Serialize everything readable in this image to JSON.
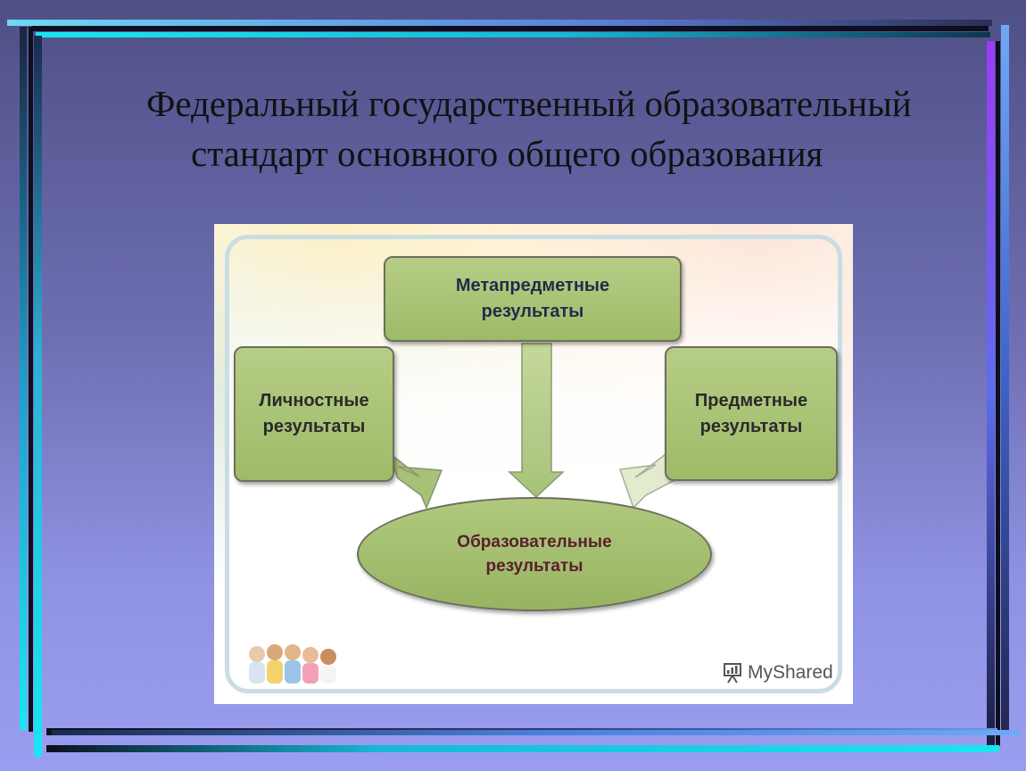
{
  "slide": {
    "title_line1": "Федеральный государственный образовательный",
    "title_line2": "стандарт основного общего образования"
  },
  "diagram": {
    "meta_line1": "Метапредметные",
    "meta_line2": "результаты",
    "personal_line1": "Личностные",
    "personal_line2": "результаты",
    "subject_line1": "Предметные",
    "subject_line2": "результаты",
    "center_line1": "Образовательные",
    "center_line2": "результаты"
  },
  "watermark": {
    "brand": "MyShared",
    "icon": "presentation-board-icon"
  },
  "colors": {
    "box_fill": "#a9c477",
    "box_border": "#6e6e5e",
    "center_text": "#5a1f2c",
    "frame_cyan": "#19e6f2",
    "frame_blue": "#5e9bf0",
    "frame_purple": "#9b3cf5"
  }
}
